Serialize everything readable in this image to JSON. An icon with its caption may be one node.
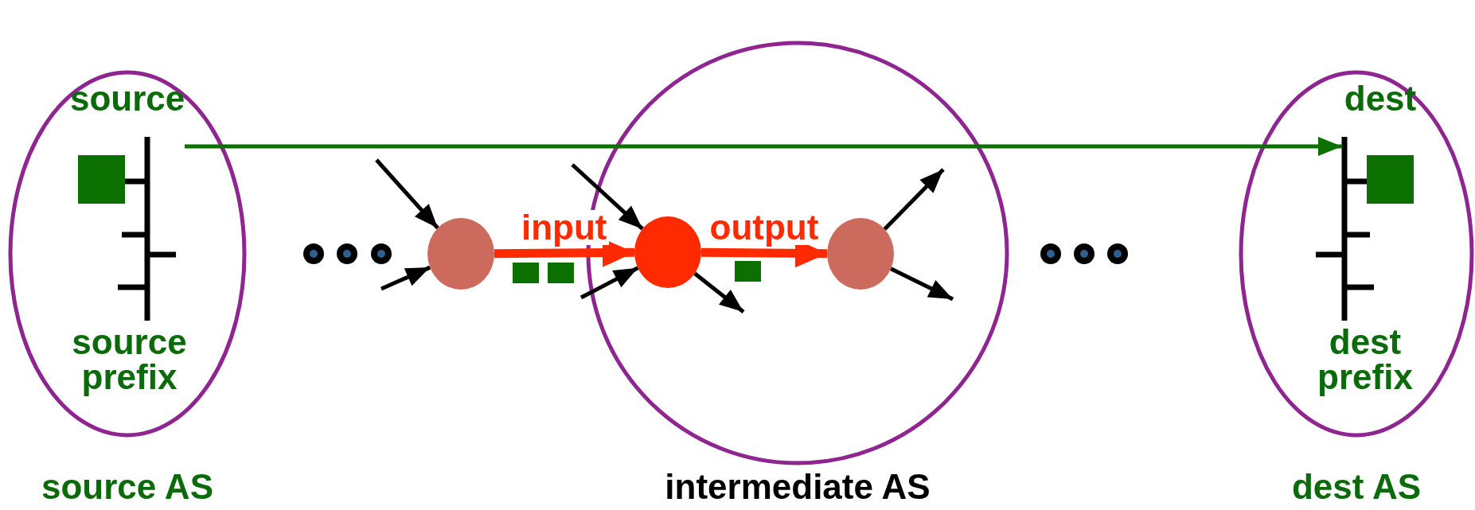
{
  "diagram": {
    "nodes": [
      {
        "text": [
          "source AS"
        ]
      },
      {
        "text": [
          "source"
        ],
        "in": 2
      },
      {
        "text": [
          "source prefix"
        ],
        "in": 0
      },
      {
        "text": [],
        "shape": "circle"
      },
      {
        "text": [
          "intermediate AS"
        ]
      },
      {
        "text": [],
        "shape": "circle",
        "in": 4
      },
      {
        "text": [],
        "shape": "circle",
        "in": 4
      },
      {
        "text": [
          "dest AS"
        ]
      },
      {
        "text": [
          "dest"
        ],
        "in": 9
      },
      {
        "text": [
          "dest prefix"
        ],
        "in": 7
      }
    ],
    "edges": [
      {
        "from": 1,
        "to": 8,
        "arrow": "to",
        "color": "#0b7000"
      },
      {
        "from": null,
        "to": 3,
        "arrow": "to"
      },
      {
        "from": null,
        "to": 3,
        "arrow": "to"
      },
      {
        "from": 3,
        "to": 5,
        "arrow": "to",
        "label": "input",
        "style": "thick",
        "color": "#ff2a00"
      },
      {
        "from": null,
        "to": 5,
        "arrow": "to"
      },
      {
        "from": null,
        "to": 5,
        "arrow": "to"
      },
      {
        "from": 5,
        "to": 6,
        "arrow": "to",
        "label": "output",
        "style": "thick",
        "color": "#ff2a00"
      },
      {
        "from": 5,
        "to": null,
        "arrow": "to"
      },
      {
        "from": 6,
        "to": null,
        "arrow": "to"
      },
      {
        "from": 6,
        "to": null,
        "arrow": "to"
      }
    ]
  }
}
